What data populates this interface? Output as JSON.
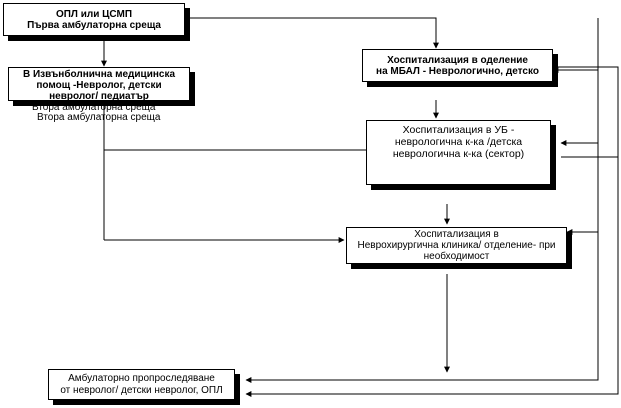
{
  "nodes": {
    "primary_care": {
      "lines": [
        "ОПЛ или ЦСМП",
        "Първа амбулаторна среща"
      ]
    },
    "outpatient_specialist": {
      "lines": [
        "В Извънболнична медицинска",
        "помощ -Невролог, детски",
        "невролог/ педиатър"
      ]
    },
    "mbal_hospitalization": {
      "lines": [
        "Хоспитализация в оделение",
        "на МБАЛ - Неврологично, детско"
      ]
    },
    "ub_hospitalization": {
      "lines": [
        "Хоспитализация в УБ -",
        "неврологична к-ка /детска",
        "неврологична к-ка (сектор)"
      ]
    },
    "neurosurgery_hospitalization": {
      "lines": [
        "Хоспитализация  в",
        "Неврохирургична клиника/ отделение- при",
        "необходимост"
      ]
    },
    "followup": {
      "lines": [
        "Амбулаторно пропроследяване",
        "от невролог/ детски невролог, ОПЛ"
      ]
    }
  },
  "annotations": {
    "second_meeting_a": "Втора амбулаторна среща",
    "second_meeting_b": "Втора амбулаторна среща"
  },
  "colors": {
    "line": "#000000",
    "shadow": "#000000",
    "background": "#ffffff"
  }
}
